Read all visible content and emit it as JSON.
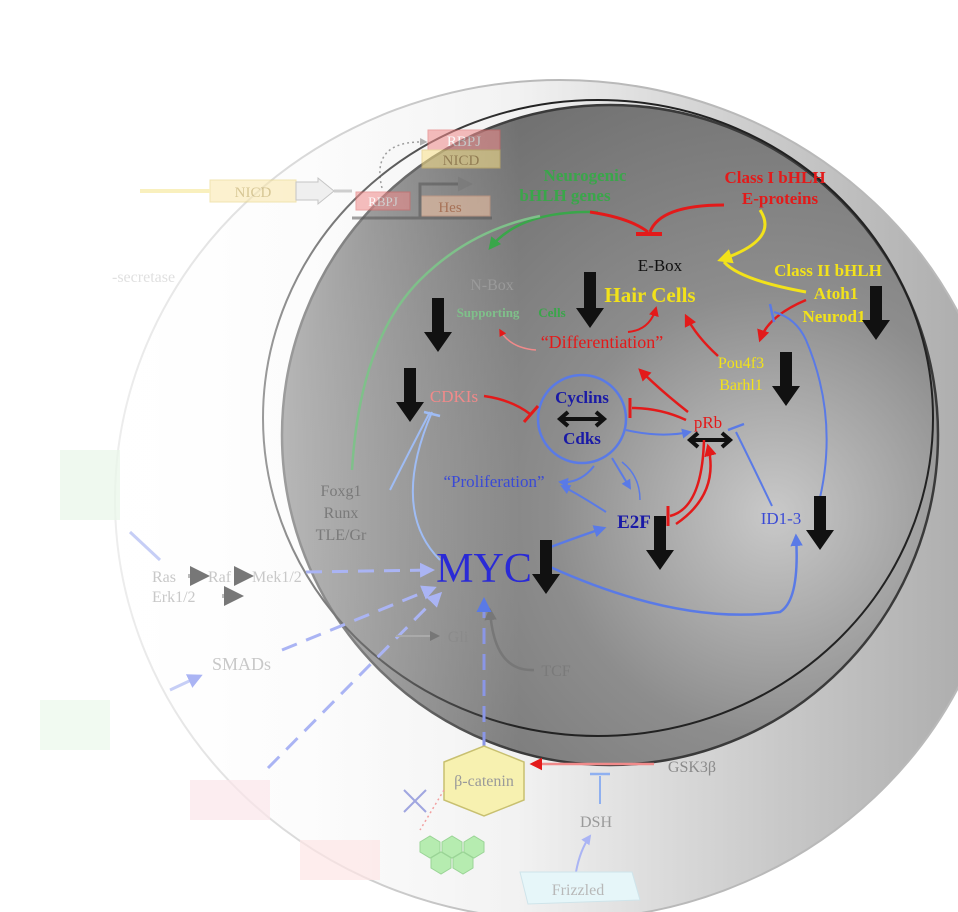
{
  "colors": {
    "red": "#e31a1a",
    "blue": "#3a4ad6",
    "darkblue": "#1a1aa6",
    "yellow": "#f2e21a",
    "green": "#3aa64a",
    "gray": "#8a8a8a",
    "black": "#111111",
    "pink": "#f4a4a4",
    "lightblue": "#8fb0f0"
  },
  "notch": {
    "rbpj_top": "RBPJ",
    "nicd_top": "NICD",
    "nicd_left": "NICD",
    "rbpj_bottom": "RBPJ",
    "hes": "Hes",
    "secretase": "-secretase"
  },
  "labels": {
    "neurogenic_1": "Neurogenic",
    "neurogenic_2": "bHLH genes",
    "class1_1": "Class I bHLH",
    "class1_2": "E-proteins",
    "ebox": "E-Box",
    "nbox": "N-Box",
    "class2_1": "Class II bHLH",
    "class2_2": "Atoh1",
    "class2_3": "Neurod1",
    "hair_cells": "Hair Cells",
    "supporting_1": "Supporting",
    "supporting_2": "Cells",
    "differentiation": "“Differentiation”",
    "pou4f3": "Pou4f3",
    "barhl1": "Barhl1",
    "cdkis": "CDKIs",
    "cyclins": "Cyclins",
    "cdks": "Cdks",
    "prb": "pRb",
    "proliferation": "“Proliferation”",
    "e2f": "E2F",
    "id13": "ID1-3",
    "foxg1": "Foxg1",
    "runx": "Runx",
    "tle": "TLE/Gr",
    "myc": "MYC",
    "ras": "Ras",
    "raf": "Raf",
    "mek": "Mek1/2",
    "erk": "Erk1/2",
    "smads": "SMADs",
    "gli": "Gli",
    "tcf": "TCF",
    "beta_catenin": "β-catenin",
    "gsk3b": "GSK3β",
    "dsh": "DSH",
    "frizzled": "Frizzled"
  }
}
